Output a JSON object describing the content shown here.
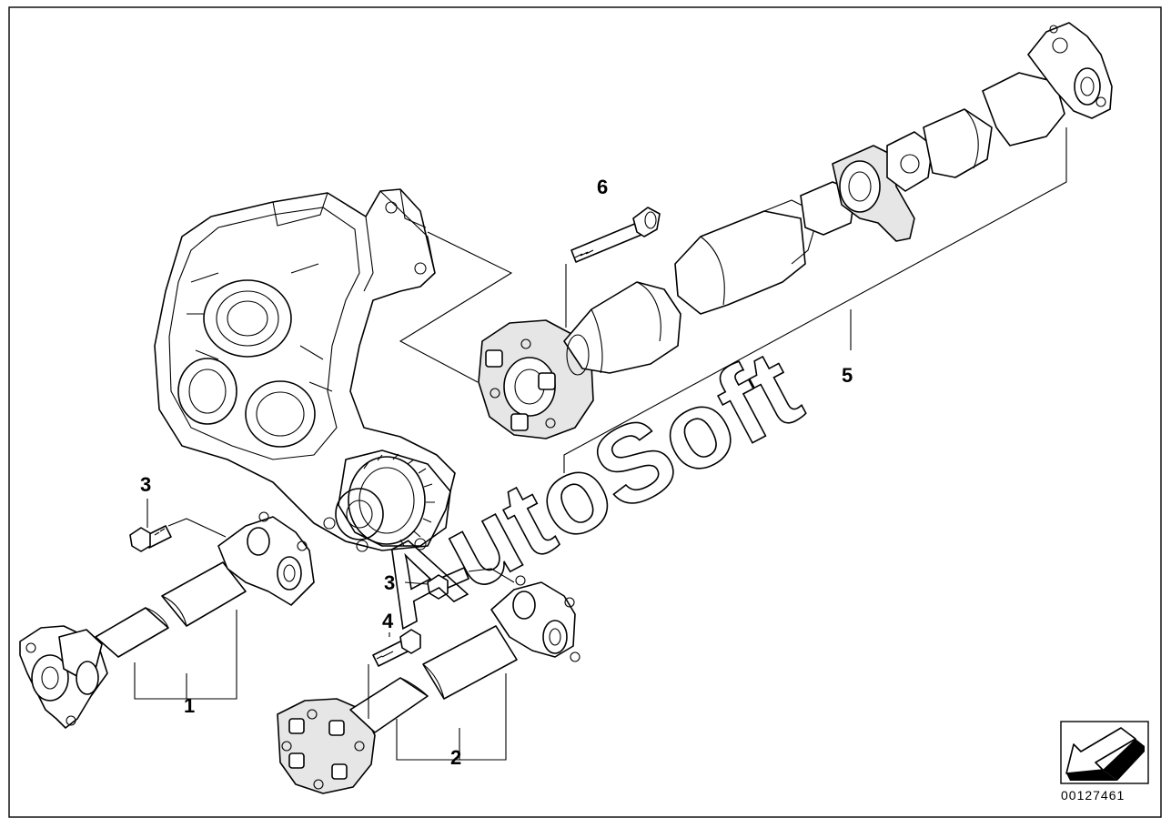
{
  "callouts": {
    "c1": "1",
    "c2": "2",
    "c3a": "3",
    "c3b": "3",
    "c4": "4",
    "c5": "5",
    "c6": "6"
  },
  "watermark": "AutoSoft",
  "document_number": "00127461",
  "icons": {
    "nav_arrow": "arrow-left-down-icon"
  }
}
